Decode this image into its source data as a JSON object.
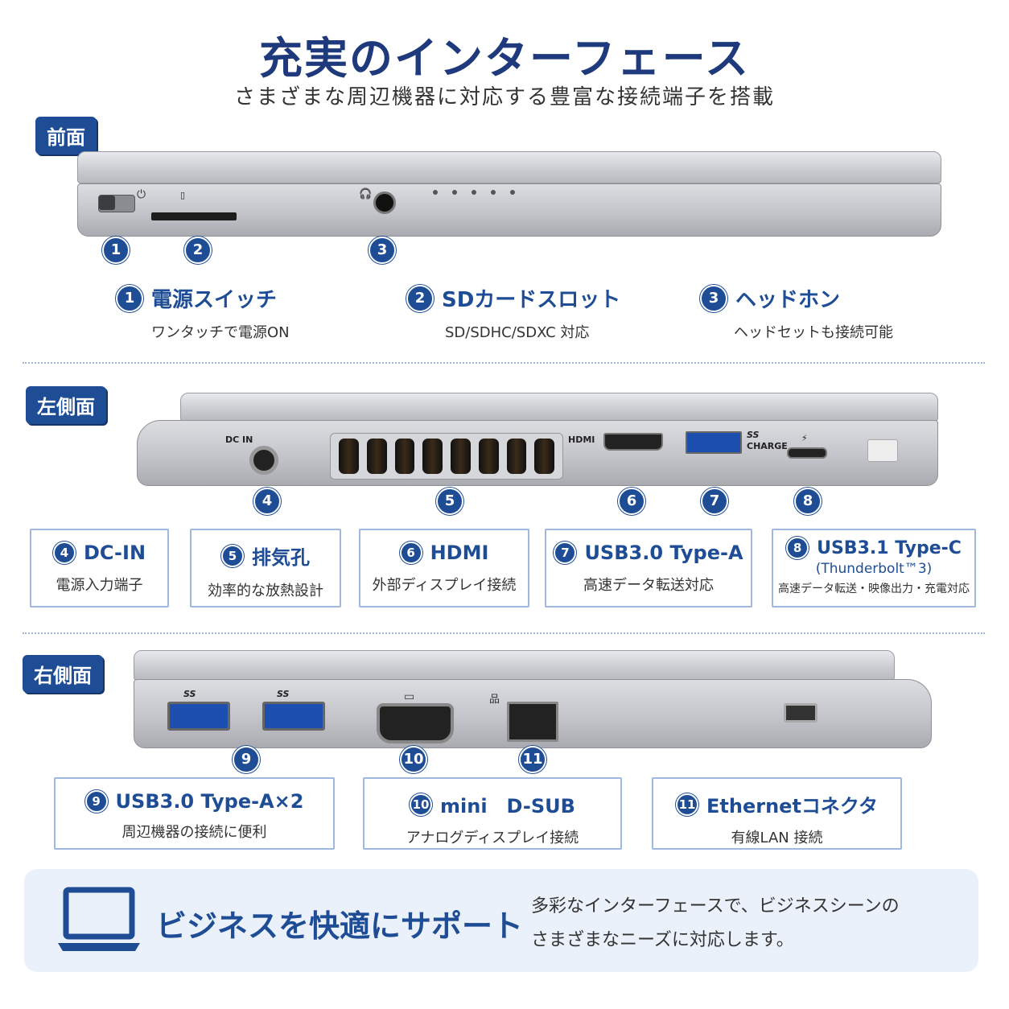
{
  "header": {
    "title": "充実のインターフェース",
    "subtitle": "さまざまな周辺機器に対応する豊富な接続端子を搭載"
  },
  "sections": {
    "front": "前面",
    "left": "左側面",
    "right": "右側面"
  },
  "labels": {
    "dc_in": "DC IN",
    "hdmi_logo": "HDMI",
    "charge": "CHARGE",
    "ss": "SS"
  },
  "features": [
    {
      "num": "1",
      "title": "電源スイッチ",
      "desc": "ワンタッチで電源ON"
    },
    {
      "num": "2",
      "title": "SDカードスロット",
      "desc": "SD/SDHC/SDXC 対応"
    },
    {
      "num": "3",
      "title": "ヘッドホン",
      "desc": "ヘッドセットも接続可能"
    },
    {
      "num": "4",
      "title": "DC-IN",
      "desc": "電源入力端子"
    },
    {
      "num": "5",
      "title": "排気孔",
      "desc": "効率的な放熱設計"
    },
    {
      "num": "6",
      "title": "HDMI",
      "desc": "外部ディスプレイ接続"
    },
    {
      "num": "7",
      "title": "USB3.0 Type-A",
      "desc": "高速データ転送対応"
    },
    {
      "num": "8",
      "title": "USB3.1 Type-C",
      "subtitle": "(Thunderbolt™3)",
      "desc": "高速データ転送・映像出力・充電対応"
    },
    {
      "num": "9",
      "title": "USB3.0 Type-A×2",
      "desc": "周辺機器の接続に便利"
    },
    {
      "num": "10",
      "title": "mini　D-SUB",
      "desc": "アナログディスプレイ接続"
    },
    {
      "num": "11",
      "title": "Ethernetコネクタ",
      "desc": "有線LAN 接続"
    }
  ],
  "banner": {
    "icon": "laptop-icon",
    "headline": "ビジネスを快適にサポート",
    "line1": "多彩なインターフェースで、ビジネスシーンの",
    "line2": "さまざまなニーズに対応します。"
  },
  "colors": {
    "accent": "#1e4d96",
    "title": "#1e3a7c",
    "banner_bg": "#eaf1fa"
  }
}
